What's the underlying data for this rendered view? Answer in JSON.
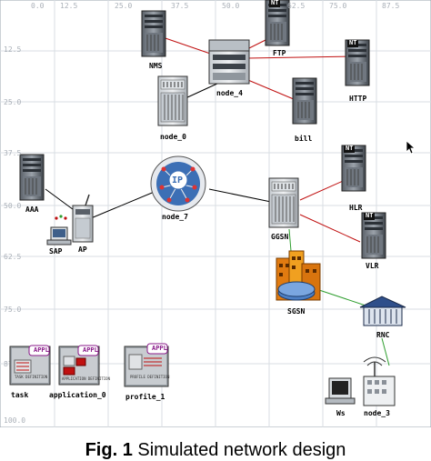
{
  "axis": {
    "top_ticks": [
      "0.0",
      "12.5",
      "25.0",
      "37.5",
      "50.0",
      "62.5",
      "75.0",
      "87.5"
    ],
    "left_ticks": [
      "12.5",
      "25.0",
      "37.5",
      "50.0",
      "62.5",
      "75.0",
      "87.5",
      "100.0"
    ]
  },
  "nodes": {
    "nms": "NMS",
    "node_4": "node_4",
    "ftp": "FTP",
    "http": "HTTP",
    "node_0": "node_0",
    "bill": "bill",
    "aaa": "AAA",
    "sap": "SAP",
    "ap": "AP",
    "node_7": "node_7",
    "ggsn": "GGSN",
    "hlr": "HLR",
    "vlr": "VLR",
    "sgsn": "SGSN",
    "rnc": "RNC",
    "ws": "Ws",
    "node_3": "node_3"
  },
  "defs": {
    "task": {
      "badge": "APPL",
      "text": "task definition",
      "label": "task"
    },
    "application": {
      "badge": "APPL",
      "text": "APPLICATION DEFINITION",
      "label": "application_0"
    },
    "profile": {
      "badge": "APPL",
      "text": "PROFILE DEFINITION",
      "label": "profile_1"
    }
  },
  "badges": {
    "nt": "NT",
    "ip": "IP"
  },
  "caption": {
    "prefix": "Fig. 1",
    "text": "Simulated network design"
  },
  "colors": {
    "link_red": "#c01010",
    "link_black": "#000000",
    "link_green": "#2e9e2e",
    "grid": "#d8dde3"
  }
}
